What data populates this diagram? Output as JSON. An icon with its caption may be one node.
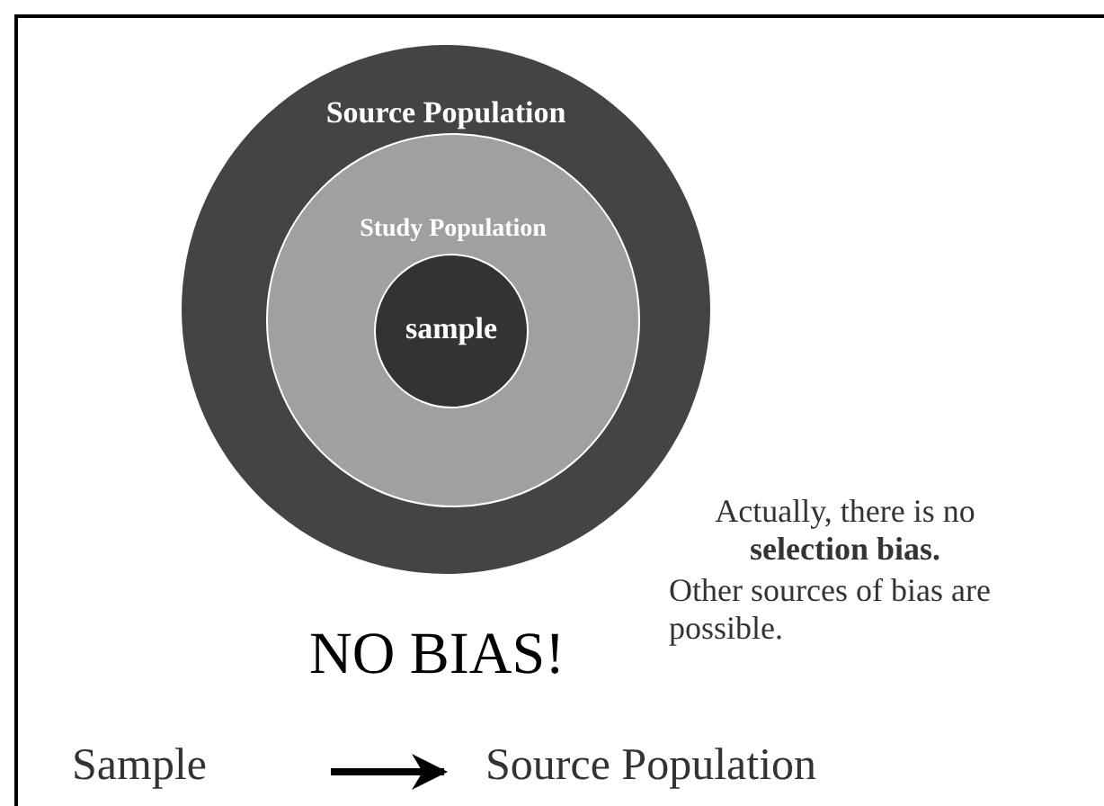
{
  "diagram": {
    "nodes": [
      {
        "text": [
          "Source Population"
        ]
      },
      {
        "text": [
          "Study Population"
        ],
        "in": 0
      },
      {
        "text": [
          "sample"
        ],
        "in": 1
      },
      {
        "text": [
          "Sample"
        ]
      },
      {
        "text": [
          "Source Population"
        ]
      }
    ],
    "edges": [
      {
        "from": 3,
        "to": 4,
        "arrow": "to"
      }
    ],
    "labels": [
      "NO BIAS!",
      "Actually, there is no **selection bias.**",
      "Other sources of bias are possible."
    ]
  }
}
